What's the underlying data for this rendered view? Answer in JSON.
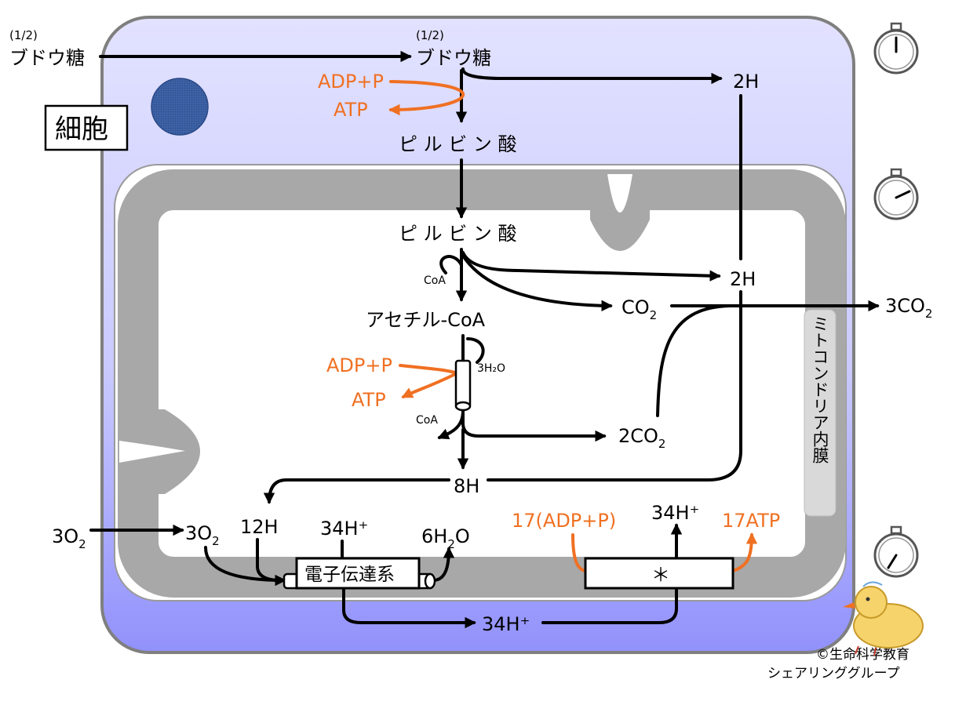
{
  "colors": {
    "orange": "#f07022",
    "black": "#000000",
    "membrane_gray": "#a8a8a8",
    "nucleus_blue": "#3b5fa0",
    "cell_gradient_top": "#dcdcff",
    "cell_gradient_bottom": "#9494ff"
  },
  "outside": {
    "glucose_fraction": "(1/2)",
    "glucose": "ブドウ糖",
    "oxygen_pre": "3O",
    "oxygen_sub": "2",
    "co2_out_pre": "3CO",
    "co2_out_sub": "2"
  },
  "cell": {
    "label": "細胞",
    "glucose_fraction": "(1/2)",
    "glucose": "ブドウ糖",
    "glycolysis_input": "ADP+P",
    "glycolysis_output": "ATP",
    "pyruvate": "ピ ル ビ ン 酸",
    "glycolysis_hydrogen": "2H"
  },
  "mitochondria": {
    "membrane_label": "ミトコンドリア内膜",
    "pyruvate": "ピ ル ビ ン 酸",
    "coa_in": "CoA",
    "hydrogen_2h": "2H",
    "co2_pre": "CO",
    "co2_sub": "2",
    "acetyl_coa": "アセチル-CoA",
    "water_in": "3H₂O",
    "cycle_input": "ADP+P",
    "cycle_output": "ATP",
    "coa_out": "CoA",
    "co2_cycle_pre": "2CO",
    "co2_cycle_sub": "2",
    "hydrogen_8h": "8H",
    "oxygen_pre": "3O",
    "oxygen_sub": "2",
    "hydrogen_12h": "12H",
    "proton_in": "34H⁺",
    "water_out_pre": "6H",
    "water_out_sub": "2",
    "water_out_post": "O",
    "etc_label": "電子伝達系",
    "atp_input": "17(ADP+P)",
    "proton_out": "34H⁺",
    "atp_output": "17ATP",
    "synthase_label": "＊",
    "proton_intermembrane": "34H⁺"
  },
  "credit": {
    "line1": "©生命科学教育",
    "line2": "シェアリンググループ"
  },
  "icons": [
    "stopwatch-icon",
    "stopwatch-icon",
    "stopwatch-icon",
    "chick-icon"
  ]
}
